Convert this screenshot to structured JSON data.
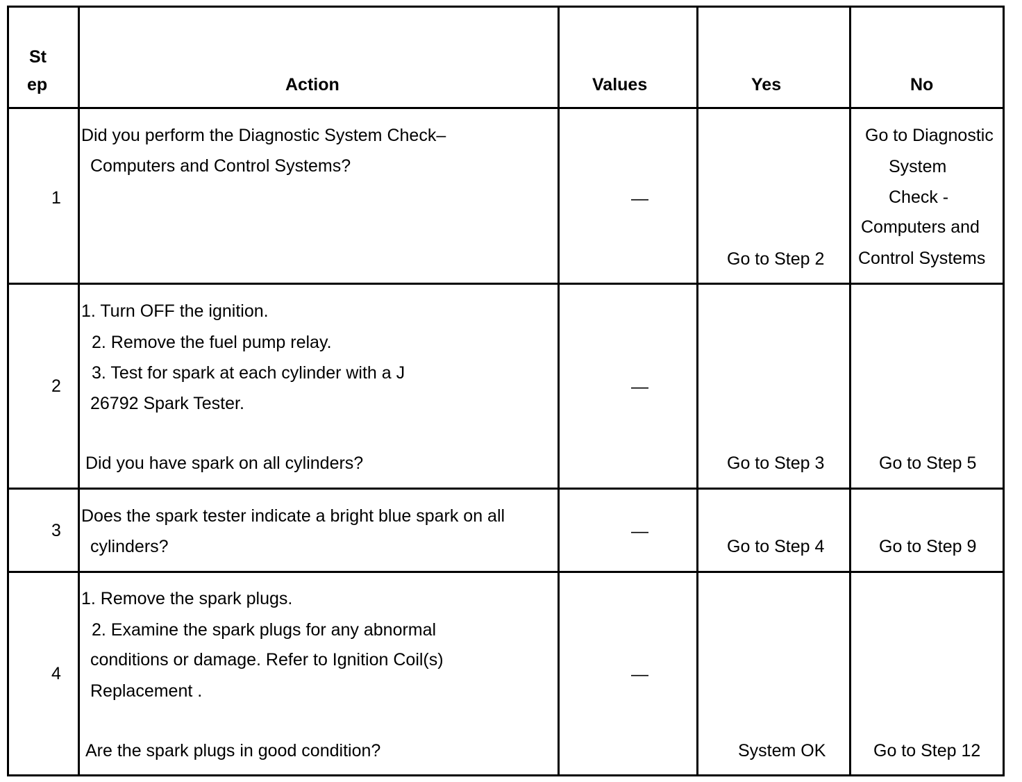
{
  "header": {
    "step_line1": "St",
    "step_line2": "ep",
    "action": "Action",
    "values": "Values",
    "yes": "Yes",
    "no": "No"
  },
  "rows": [
    {
      "step": "1",
      "action": [
        "Did you perform the Diagnostic System Check–",
        "Computers and Control Systems?"
      ],
      "value": "—",
      "yes": "Go to Step 2",
      "no": [
        "Go to Diagnostic",
        "System",
        "Check -",
        "Computers and",
        "Control Systems"
      ]
    },
    {
      "step": "2",
      "action": [
        "1.   Turn OFF the ignition.",
        "2.   Remove the fuel pump relay.",
        "3.   Test for spark at each cylinder with a J",
        "26792 Spark Tester.",
        "Did you have spark on all cylinders?"
      ],
      "value": "—",
      "yes": "Go to Step 3",
      "no": "Go to Step 5"
    },
    {
      "step": "3",
      "action": [
        "Does the spark tester indicate a bright blue spark on all",
        "cylinders?"
      ],
      "value": "—",
      "yes": "Go to Step 4",
      "no": "Go to Step 9"
    },
    {
      "step": "4",
      "action": [
        "1.   Remove the spark plugs.",
        "2.   Examine the spark plugs for any abnormal",
        "conditions or damage. Refer to Ignition Coil(s)",
        "Replacement .",
        "Are the spark plugs in good condition?"
      ],
      "value": "—",
      "yes": "System OK",
      "no": "Go to Step 12"
    }
  ]
}
